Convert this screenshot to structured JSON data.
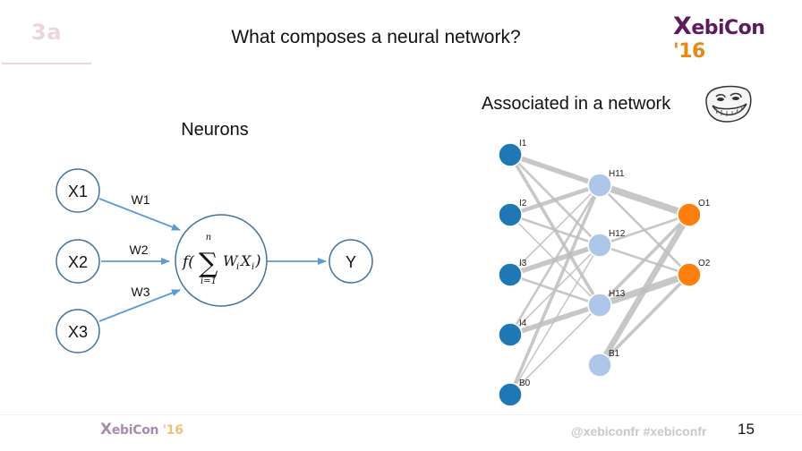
{
  "header": {
    "section_tag": "3a",
    "title": "What composes a neural network?",
    "logo": {
      "x": "X",
      "rest": "ebiCon",
      "year": "'16"
    },
    "colors": {
      "logo_purple": "#5c1a5f",
      "logo_orange": "#e58a17",
      "tag_pink": "#ead5e1"
    }
  },
  "left_panel": {
    "heading": "Neurons",
    "inputs": [
      "X1",
      "X2",
      "X3"
    ],
    "weights": [
      "W1",
      "W2",
      "W3"
    ],
    "neuron_formula": {
      "f": "f(",
      "sum_upper": "n",
      "sum_lower": "i=1",
      "term": "W",
      "sub_i": "i",
      "x": "X",
      "close": ")"
    },
    "output": "Y",
    "colors": {
      "stroke": "#41719c",
      "arrow": "#5b9bd5"
    }
  },
  "right_panel": {
    "heading": "Associated in a network",
    "emoji_icon": "troll-face",
    "network": {
      "input_nodes": [
        "I1",
        "I2",
        "I3",
        "I4",
        "B0"
      ],
      "hidden_nodes": [
        "H11",
        "H12",
        "H13",
        "B1"
      ],
      "output_nodes": [
        "O1",
        "O2"
      ],
      "colors": {
        "input": "#1f77b4",
        "hidden": "#aec7e8",
        "output": "#ff7f0e",
        "edge": "#bdbdbd"
      },
      "edges": [
        {
          "from": "I1",
          "to": "H11",
          "weight": 5
        },
        {
          "from": "I1",
          "to": "H12",
          "weight": 2
        },
        {
          "from": "I1",
          "to": "H13",
          "weight": 3
        },
        {
          "from": "I2",
          "to": "H11",
          "weight": 4
        },
        {
          "from": "I2",
          "to": "H12",
          "weight": 2
        },
        {
          "from": "I2",
          "to": "H13",
          "weight": 1
        },
        {
          "from": "I3",
          "to": "H11",
          "weight": 1
        },
        {
          "from": "I3",
          "to": "H12",
          "weight": 5
        },
        {
          "from": "I3",
          "to": "H13",
          "weight": 2
        },
        {
          "from": "I4",
          "to": "H11",
          "weight": 2
        },
        {
          "from": "I4",
          "to": "H12",
          "weight": 1
        },
        {
          "from": "I4",
          "to": "H13",
          "weight": 5
        },
        {
          "from": "B0",
          "to": "H11",
          "weight": 3
        },
        {
          "from": "B0",
          "to": "H12",
          "weight": 1
        },
        {
          "from": "B0",
          "to": "H13",
          "weight": 1
        },
        {
          "from": "H11",
          "to": "O1",
          "weight": 7
        },
        {
          "from": "H11",
          "to": "O2",
          "weight": 2
        },
        {
          "from": "H12",
          "to": "O1",
          "weight": 2
        },
        {
          "from": "H12",
          "to": "O2",
          "weight": 2
        },
        {
          "from": "H13",
          "to": "O1",
          "weight": 3
        },
        {
          "from": "H13",
          "to": "O2",
          "weight": 7
        },
        {
          "from": "B1",
          "to": "O1",
          "weight": 6
        },
        {
          "from": "B1",
          "to": "O2",
          "weight": 3
        }
      ]
    }
  },
  "footer": {
    "logo": {
      "x": "X",
      "rest": "ebiCon",
      "year": "'16"
    },
    "handles": "@xebiconfr  #xebiconfr",
    "page_number": "15"
  }
}
